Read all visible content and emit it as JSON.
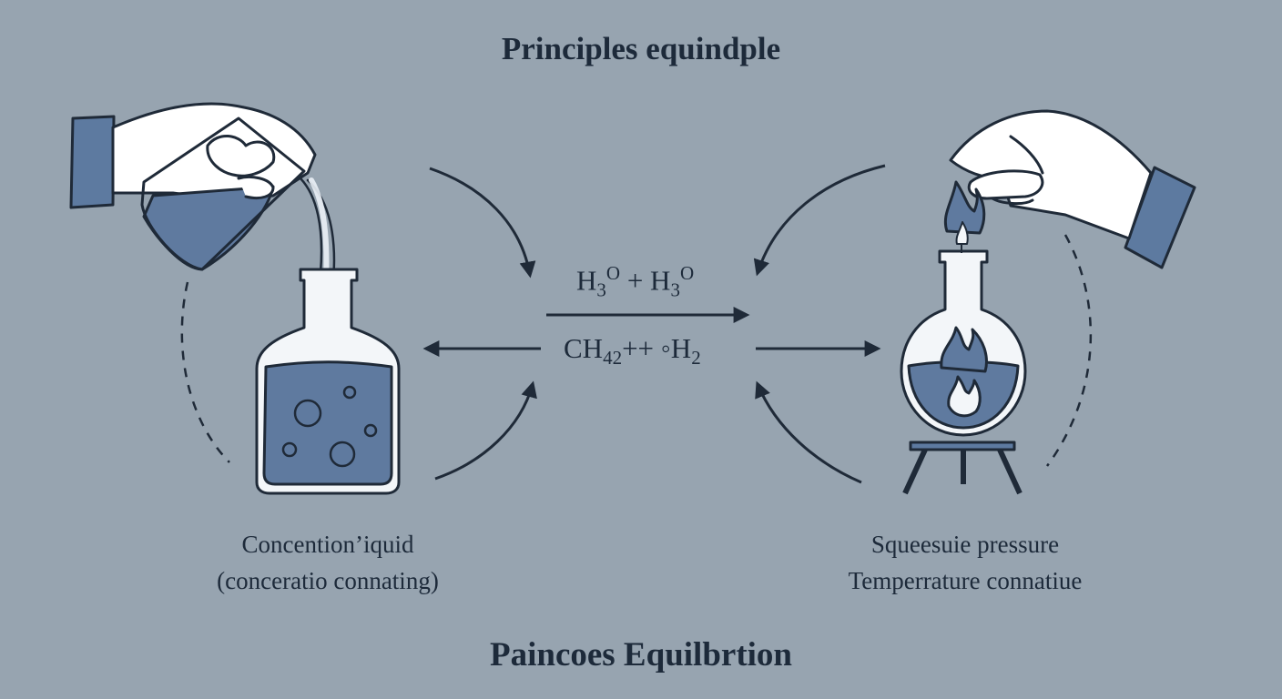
{
  "title": "Principles equindple",
  "footer_title": "Paincoes Equilbrtion",
  "left_caption": {
    "line1": "Concention’iquid",
    "line2": "(conceratio connating)"
  },
  "right_caption": {
    "line1": "Squeesuie pressure",
    "line2": "Temperrature connatiue"
  },
  "equation_top": {
    "a": "H",
    "a_sub": "3",
    "a_sup": "O",
    "op": " + ",
    "b": "H",
    "b_sub": "3",
    "b_sup": "O"
  },
  "equation_bottom": {
    "a": "CH",
    "a_sub": "42",
    "op": "++ ",
    "mark": "◦",
    "b": "H",
    "b_sub": "2"
  },
  "icons": [
    "hand-pouring-beaker",
    "bottle-liquid",
    "hand-lighting-flame",
    "round-flask-on-stand",
    "curved-arrow",
    "straight-arrow"
  ],
  "colors": {
    "background": "#97a4b0",
    "ink": "#1f2a38",
    "liquid": "#5f7a9f",
    "sleeve": "#5d7aa0",
    "glass": "#f3f6f9"
  }
}
